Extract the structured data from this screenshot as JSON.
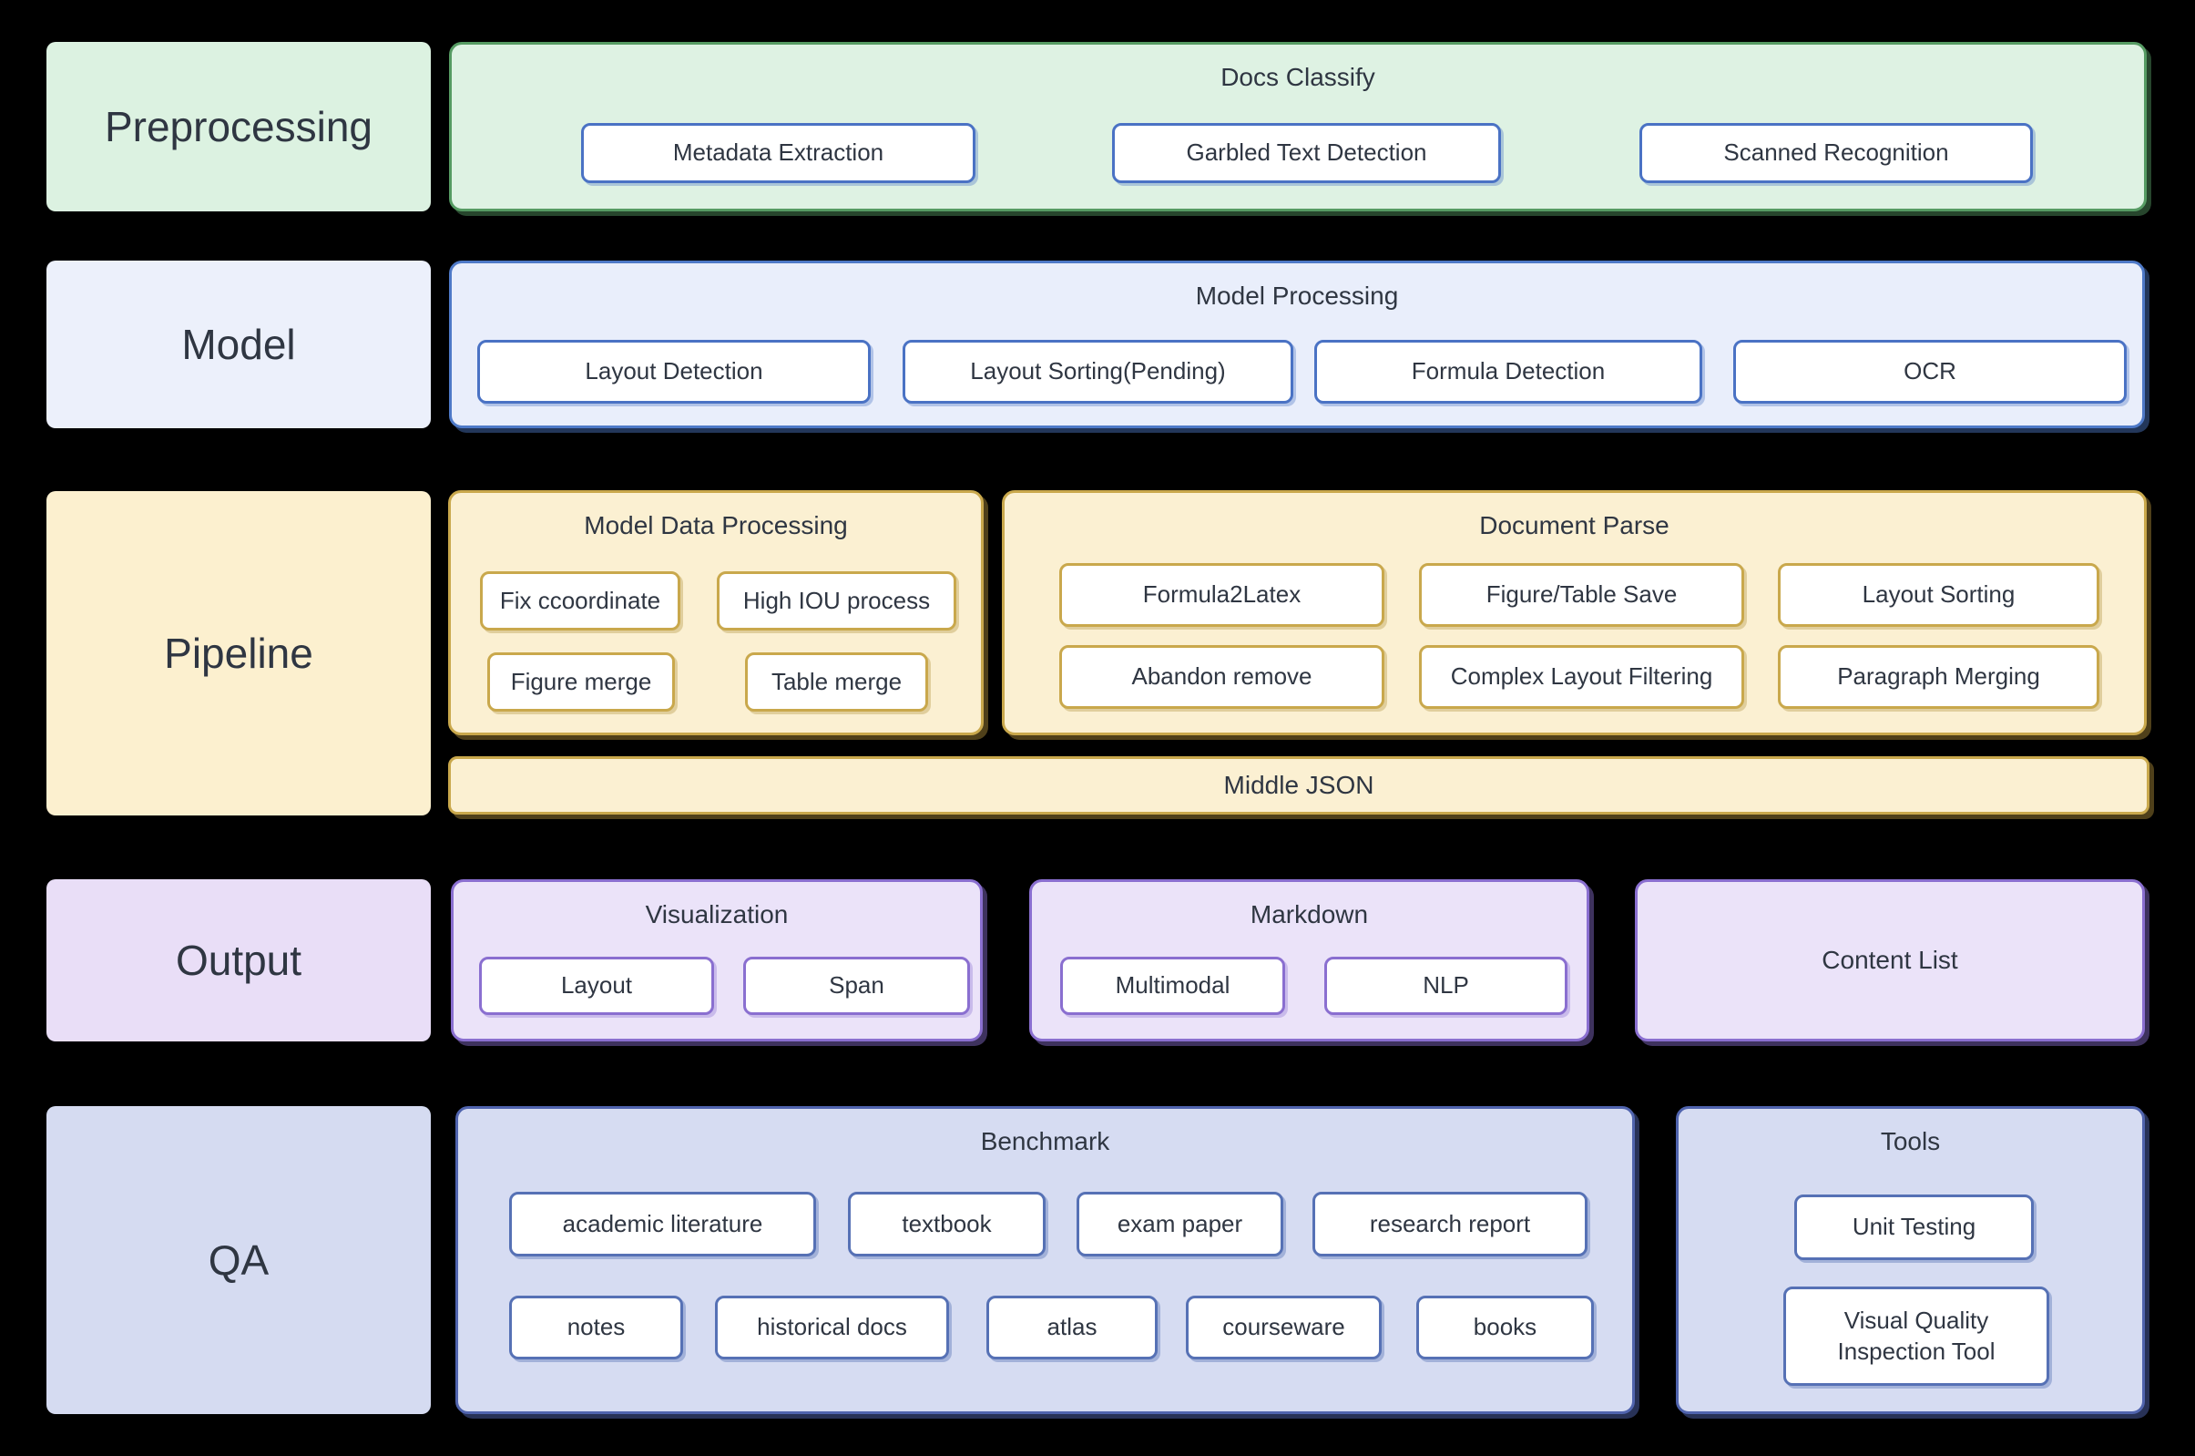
{
  "palette": {
    "background": "#000000",
    "text": "#2f3642",
    "green_fill": "#def2e3",
    "green_border": "#569b63",
    "blue_fill": "#e9eefb",
    "blue_border": "#4e79c7",
    "blue_node_border": "#4a72c4",
    "yellow_fill": "#fbf0d2",
    "yellow_border": "#c9a84c",
    "purple_fill": "#ebe3f9",
    "purple_border": "#8a6fd0",
    "periwinkle_fill": "#d6dcf2",
    "periwinkle_border": "#5064ae",
    "node_fill": "#ffffff"
  },
  "rows": {
    "preprocessing": {
      "label": "Preprocessing",
      "docs_classify": {
        "title": "Docs Classify",
        "buttons": [
          "Metadata Extraction",
          "Garbled Text Detection",
          "Scanned Recognition"
        ]
      }
    },
    "model": {
      "label": "Model",
      "model_processing": {
        "title": "Model Processing",
        "buttons": [
          "Layout Detection",
          "Layout Sorting(Pending)",
          "Formula Detection",
          "OCR"
        ]
      }
    },
    "pipeline": {
      "label": "Pipeline",
      "model_data_processing": {
        "title": "Model Data Processing",
        "buttons": [
          "Fix ccoordinate",
          "High IOU process",
          "Figure merge",
          "Table merge"
        ]
      },
      "document_parse": {
        "title": "Document Parse",
        "buttons": [
          "Formula2Latex",
          "Figure/Table Save",
          "Layout Sorting",
          "Abandon remove",
          "Complex Layout Filtering",
          "Paragraph Merging"
        ]
      },
      "middle_json": {
        "title": "Middle JSON"
      }
    },
    "output": {
      "label": "Output",
      "visualization": {
        "title": "Visualization",
        "buttons": [
          "Layout",
          "Span"
        ]
      },
      "markdown": {
        "title": "Markdown",
        "buttons": [
          "Multimodal",
          "NLP"
        ]
      },
      "content_list": {
        "title": "Content List"
      }
    },
    "qa": {
      "label": "QA",
      "benchmark": {
        "title": "Benchmark",
        "buttons": [
          "academic literature",
          "textbook",
          "exam paper",
          "research report",
          "notes",
          "historical docs",
          "atlas",
          "courseware",
          "books"
        ]
      },
      "tools": {
        "title": "Tools",
        "buttons": [
          "Unit Testing",
          "Visual Quality Inspection Tool"
        ]
      }
    }
  }
}
